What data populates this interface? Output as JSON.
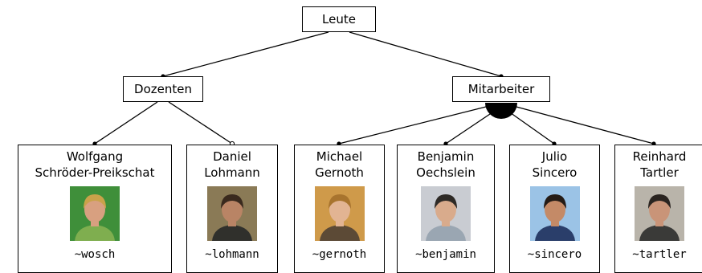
{
  "root": {
    "label": "Leute"
  },
  "groups": {
    "dozenten": {
      "label": "Dozenten"
    },
    "mitarbeiter": {
      "label": "Mitarbeiter"
    }
  },
  "people": [
    {
      "name_lines": [
        "Wolfgang",
        "Schröder-Preikschat"
      ],
      "login": "~wosch",
      "group": "dozenten",
      "photo_colors": {
        "bg": "#3f8f3a",
        "skin": "#d8a080",
        "hair": "#c9a24a",
        "shirt": "#7fae4f"
      }
    },
    {
      "name_lines": [
        "Daniel",
        "Lohmann"
      ],
      "login": "~lohmann",
      "group": "dozenten",
      "photo_colors": {
        "bg": "#8a7a56",
        "skin": "#b98465",
        "hair": "#3a2a1e",
        "shirt": "#30302c"
      }
    },
    {
      "name_lines": [
        "Michael",
        "Gernoth"
      ],
      "login": "~gernoth",
      "group": "mitarbeiter",
      "photo_colors": {
        "bg": "#cf9a4a",
        "skin": "#e2b493",
        "hair": "#a8742e",
        "shirt": "#5c4a36"
      }
    },
    {
      "name_lines": [
        "Benjamin",
        "Oechslein"
      ],
      "login": "~benjamin",
      "group": "mitarbeiter",
      "photo_colors": {
        "bg": "#c9ccd2",
        "skin": "#d9ab8c",
        "hair": "#2e2a26",
        "shirt": "#9aa6b2"
      }
    },
    {
      "name_lines": [
        "Julio",
        "Sincero"
      ],
      "login": "~sincero",
      "group": "mitarbeiter",
      "photo_colors": {
        "bg": "#9bc3e6",
        "skin": "#c48a67",
        "hair": "#241b16",
        "shirt": "#2a3e6a"
      }
    },
    {
      "name_lines": [
        "Reinhard",
        "Tartler"
      ],
      "login": "~tartler",
      "group": "mitarbeiter",
      "photo_colors": {
        "bg": "#b9b4aa",
        "skin": "#c99478",
        "hair": "#2a2420",
        "shirt": "#3a3a38"
      }
    }
  ]
}
